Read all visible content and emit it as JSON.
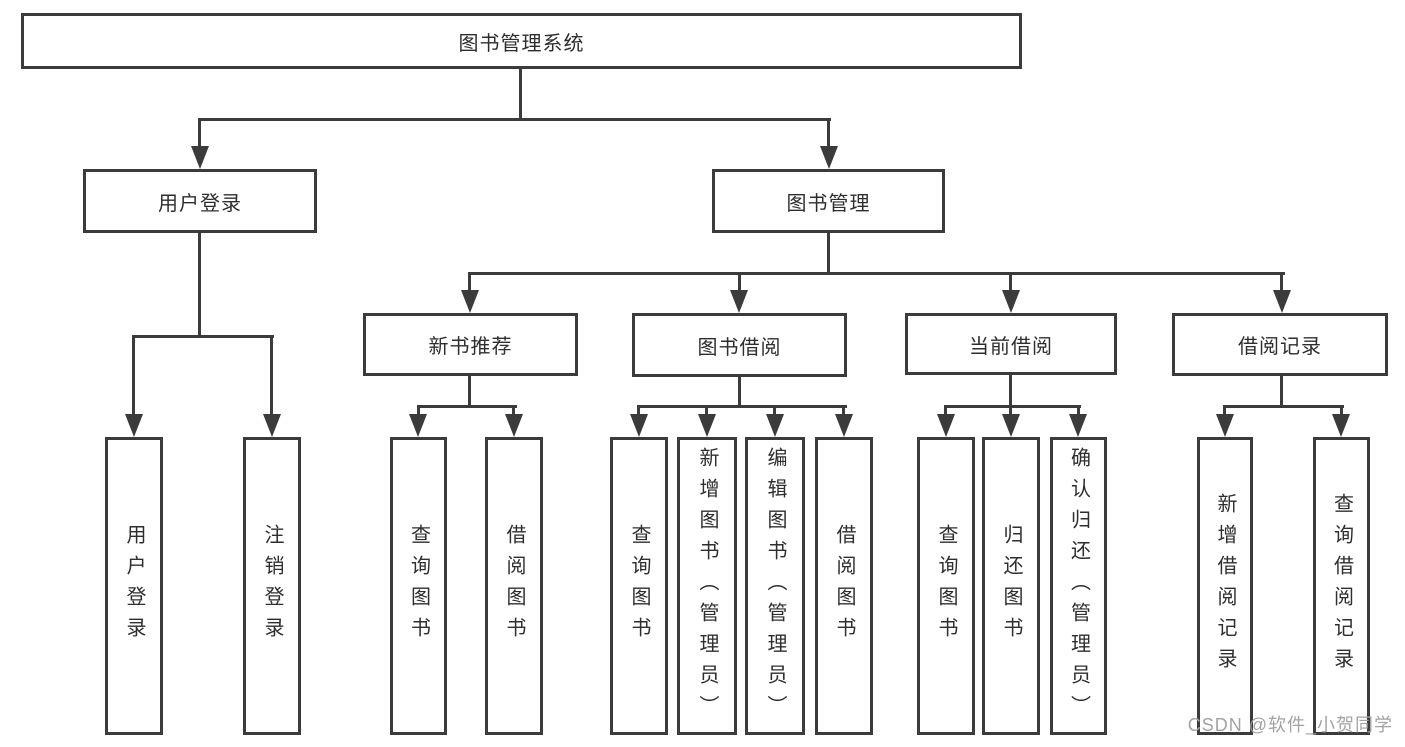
{
  "diagram": {
    "title": "图书管理系统",
    "type": "functional-structure-tree"
  },
  "nodes": {
    "root": {
      "label": "图书管理系统"
    },
    "user_login": {
      "label": "用户登录"
    },
    "book_mgmt": {
      "label": "图书管理"
    },
    "new_book_rec": {
      "label": "新书推荐"
    },
    "book_borrow": {
      "label": "图书借阅"
    },
    "current_borrow": {
      "label": "当前借阅"
    },
    "borrow_record": {
      "label": "借阅记录"
    },
    "leaf_user_login": {
      "label": "用户登录"
    },
    "leaf_logout": {
      "label": "注销登录"
    },
    "leaf_nb_query": {
      "label": "查询图书"
    },
    "leaf_nb_borrow": {
      "label": "借阅图书"
    },
    "leaf_bb_query": {
      "label": "查询图书"
    },
    "leaf_bb_add": {
      "label": "新增图书（管理员）"
    },
    "leaf_bb_edit": {
      "label": "编辑图书（管理员）"
    },
    "leaf_bb_borrow": {
      "label": "借阅图书"
    },
    "leaf_cb_query": {
      "label": "查询图书"
    },
    "leaf_cb_return": {
      "label": "归还图书"
    },
    "leaf_cb_confirm": {
      "label": "确认归还（管理员）"
    },
    "leaf_br_add": {
      "label": "新增借阅记录"
    },
    "leaf_br_query": {
      "label": "查询借阅记录"
    }
  },
  "hierarchy": {
    "图书管理系统": {
      "用户登录": [
        "用户登录",
        "注销登录"
      ],
      "图书管理": {
        "新书推荐": [
          "查询图书",
          "借阅图书"
        ],
        "图书借阅": [
          "查询图书",
          "新增图书（管理员）",
          "编辑图书（管理员）",
          "借阅图书"
        ],
        "当前借阅": [
          "查询图书",
          "归还图书",
          "确认归还（管理员）"
        ],
        "借阅记录": [
          "新增借阅记录",
          "查询借阅记录"
        ]
      }
    }
  },
  "watermark": {
    "text": "CSDN @软件_小贺同学"
  },
  "colors": {
    "line": "#3b3b3b",
    "text": "#2e2e2e",
    "background": "#ffffff",
    "watermark": "#a3a3a3"
  }
}
